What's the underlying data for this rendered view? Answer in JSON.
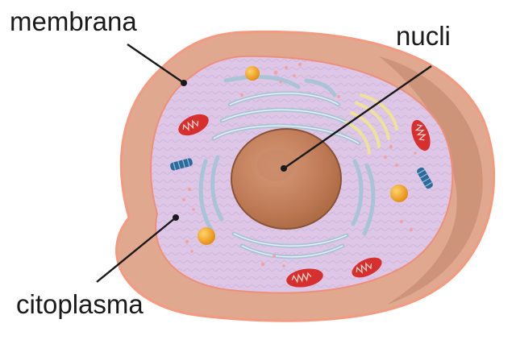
{
  "labels": {
    "membrane": "membrana",
    "nucleus": "nucli",
    "cytoplasm": "citoplasma"
  },
  "colors": {
    "membrane_outer": "#e0a88e",
    "membrane_shadow": "#c98e76",
    "membrane_edge": "#f39a80",
    "cytoplasm": "#ddc6e6",
    "nucleus": "#b97652",
    "nucleus_edge": "#8a5236",
    "nucleolus": "#c88a6a",
    "reticulum": "#a9c4d6",
    "golgi": "#eee29a",
    "mitochondrion": "#d6302e",
    "vesicle": "#f0a41c",
    "centriole": "#2d6a9a",
    "dots": "#f1a3a3"
  }
}
